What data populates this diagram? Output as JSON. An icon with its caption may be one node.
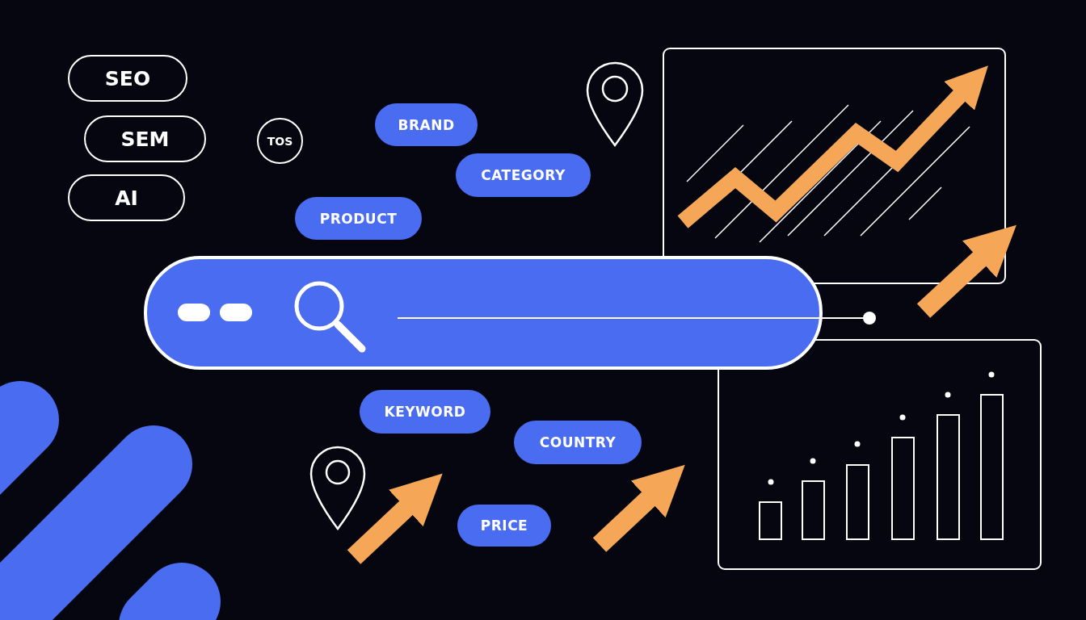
{
  "diagram": {
    "nodes": [
      {
        "text": [
          "SEO"
        ]
      },
      {
        "text": [
          "SEM"
        ]
      },
      {
        "text": [
          "AI"
        ]
      },
      {
        "text": [
          "TOS"
        ]
      },
      {
        "text": [
          "BRAND"
        ]
      },
      {
        "text": [
          "CATEGORY"
        ]
      },
      {
        "text": [
          "PRODUCT"
        ]
      },
      {
        "text": [
          "KEYWORD"
        ]
      },
      {
        "text": [
          "COUNTRY"
        ]
      },
      {
        "text": [
          "PRICE"
        ]
      }
    ]
  }
}
